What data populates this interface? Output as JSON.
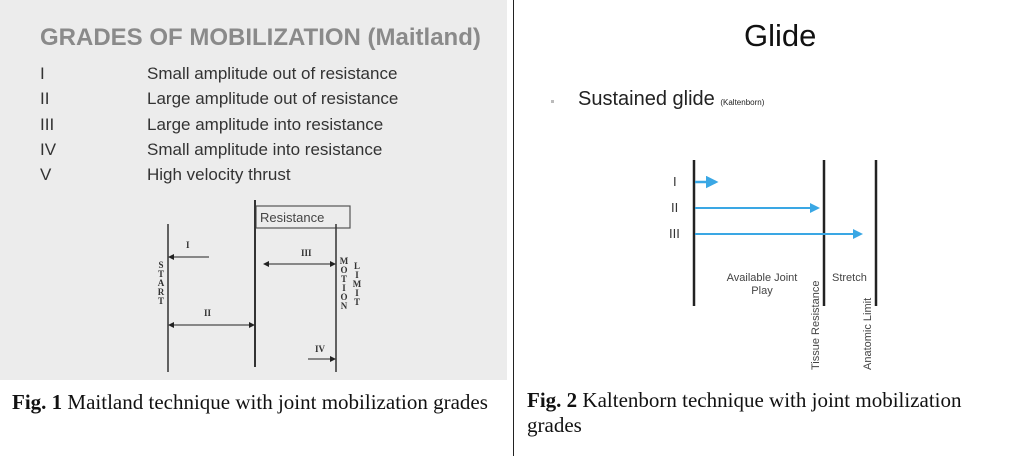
{
  "fig1": {
    "title": "GRADES OF MOBILIZATION (Maitland)",
    "grades": [
      {
        "grade": "I",
        "description": "Small amplitude out of resistance"
      },
      {
        "grade": "II",
        "description": "Large amplitude out of resistance"
      },
      {
        "grade": "III",
        "description": "Large amplitude into resistance"
      },
      {
        "grade": "IV",
        "description": "Small amplitude into resistance"
      },
      {
        "grade": "V",
        "description": "High velocity thrust"
      }
    ],
    "diagram": {
      "resistance": "Resistance",
      "start": "START",
      "motion": "MOTION",
      "limit": "LIMIT",
      "arrows": [
        "I",
        "II",
        "III",
        "IV"
      ]
    },
    "caption_bold": "Fig. 1",
    "caption": " Maitland technique with joint mobilization grades"
  },
  "fig2": {
    "title": "Glide",
    "subtitle": "Sustained glide",
    "subtitle_note": "(Kaltenborn)",
    "grades": [
      "I",
      "II",
      "III"
    ],
    "zones": [
      "Available Joint Play",
      "Stretch"
    ],
    "limits": [
      "Tissue Resistance",
      "Anatomic Limit"
    ],
    "arrow_color": "#3aa7e4",
    "caption_bold": "Fig. 2",
    "caption": " Kaltenborn technique with joint mobilization grades"
  }
}
